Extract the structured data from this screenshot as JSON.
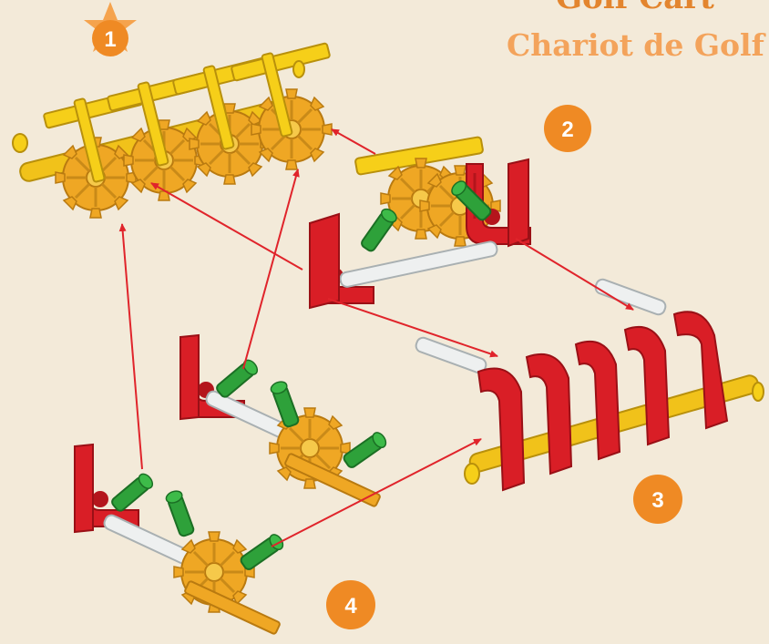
{
  "title": {
    "english": "Golf Cart",
    "french": "Chariot de Golf"
  },
  "steps": [
    {
      "number": "1"
    },
    {
      "number": "2"
    },
    {
      "number": "3"
    },
    {
      "number": "4"
    }
  ],
  "colors": {
    "background": "#f3ead9",
    "badge": "#ef8a24",
    "arrow": "#e0242b",
    "yellow_part": "#f6cf19",
    "orange_part": "#efa724",
    "red_part": "#d91e26",
    "green_part": "#2ea13a",
    "white_part": "#eef0f0"
  }
}
